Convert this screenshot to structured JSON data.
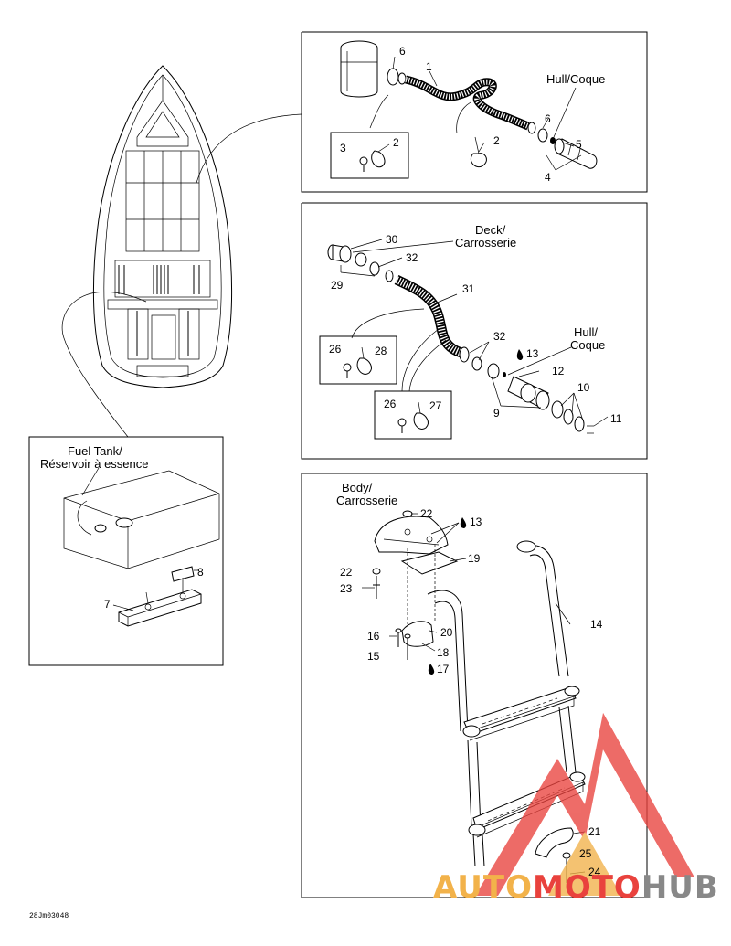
{
  "panels": {
    "fuel_tank": {
      "title_line1": "Fuel Tank/",
      "title_line2": "Réservoir à essence"
    },
    "top_right": {
      "hull_label": "Hull/Coque"
    },
    "middle_right": {
      "deck_line1": "Deck/",
      "deck_line2": "Carrosserie",
      "hull_line1": "Hull/",
      "hull_line2": "Coque"
    },
    "bottom_right": {
      "body_line1": "Body/",
      "body_line2": "Carrosserie"
    }
  },
  "callouts": {
    "p1": "1",
    "p2a": "2",
    "p2b": "2",
    "p3": "3",
    "p4": "4",
    "p5": "5",
    "p6a": "6",
    "p6b": "6",
    "p7": "7",
    "p8": "8",
    "p9": "9",
    "p10": "10",
    "p11": "11",
    "p12": "12",
    "p13a": "13",
    "p13b": "13",
    "p14": "14",
    "p15": "15",
    "p16": "16",
    "p17": "17",
    "p18": "18",
    "p19": "19",
    "p20": "20",
    "p21": "21",
    "p22a": "22",
    "p22b": "22",
    "p23": "23",
    "p24": "24",
    "p25": "25",
    "p26a": "26",
    "p26b": "26",
    "p27": "27",
    "p28": "28",
    "p29": "29",
    "p30": "30",
    "p31": "31",
    "p32a": "32",
    "p32b": "32"
  },
  "drawing_code": "28Jm03048",
  "watermark": {
    "part1": "AUTO",
    "part2": "MOTO",
    "part3": "HUB"
  }
}
